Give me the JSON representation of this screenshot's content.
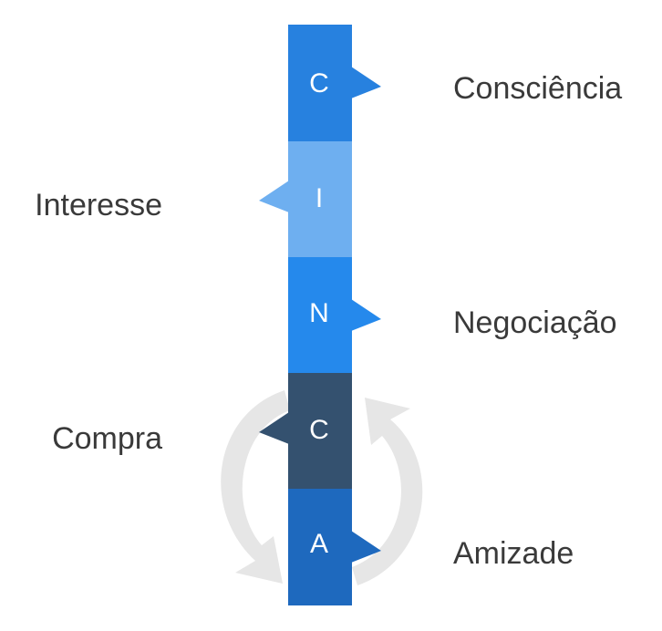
{
  "stages": [
    {
      "letter": "C",
      "label": "Consciência",
      "color": "#2781DF",
      "side": "right"
    },
    {
      "letter": "I",
      "label": "Interesse",
      "color": "#6EAFF0",
      "side": "left"
    },
    {
      "letter": "N",
      "label": "Negociação",
      "color": "#2589EC",
      "side": "right"
    },
    {
      "letter": "C",
      "label": "Compra",
      "color": "#34516F",
      "side": "left"
    },
    {
      "letter": "A",
      "label": "Amizade",
      "color": "#1E69BE",
      "side": "right"
    }
  ],
  "cycle_arrow_color": "#E6E6E6"
}
